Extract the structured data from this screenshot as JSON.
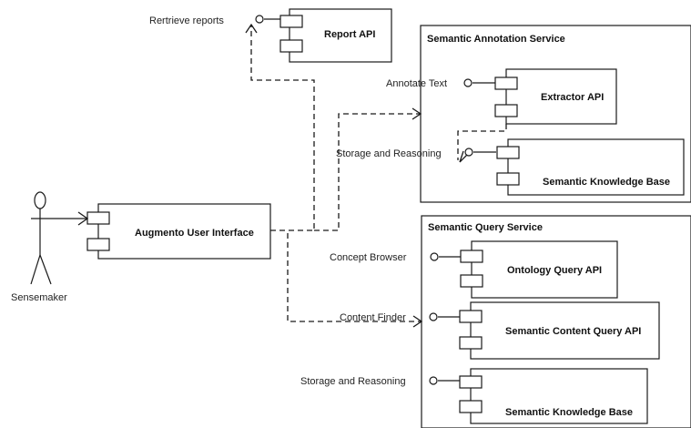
{
  "actor": {
    "label": "Sensemaker"
  },
  "components": {
    "report_api": "Report API",
    "ui": "Augmento User Interface",
    "extractor_api": "Extractor API",
    "semantic_kb_annotation": "Semantic Knowledge Base",
    "ontology_query_api": "Ontology Query API",
    "semantic_content_query_api": "Semantic Content Query API",
    "semantic_kb_query": "Semantic Knowledge Base"
  },
  "containers": {
    "annotation_service": "Semantic Annotation Service",
    "query_service": "Semantic Query Service"
  },
  "interfaces": {
    "retrieve_reports": "Rertrieve reports",
    "annotate_text": "Annotate Text",
    "storage_reasoning_annotation": "Storage and Reasoning",
    "concept_browser": "Concept Browser",
    "content_finder": "Content Finder",
    "storage_reasoning_query": "Storage and Reasoning"
  }
}
